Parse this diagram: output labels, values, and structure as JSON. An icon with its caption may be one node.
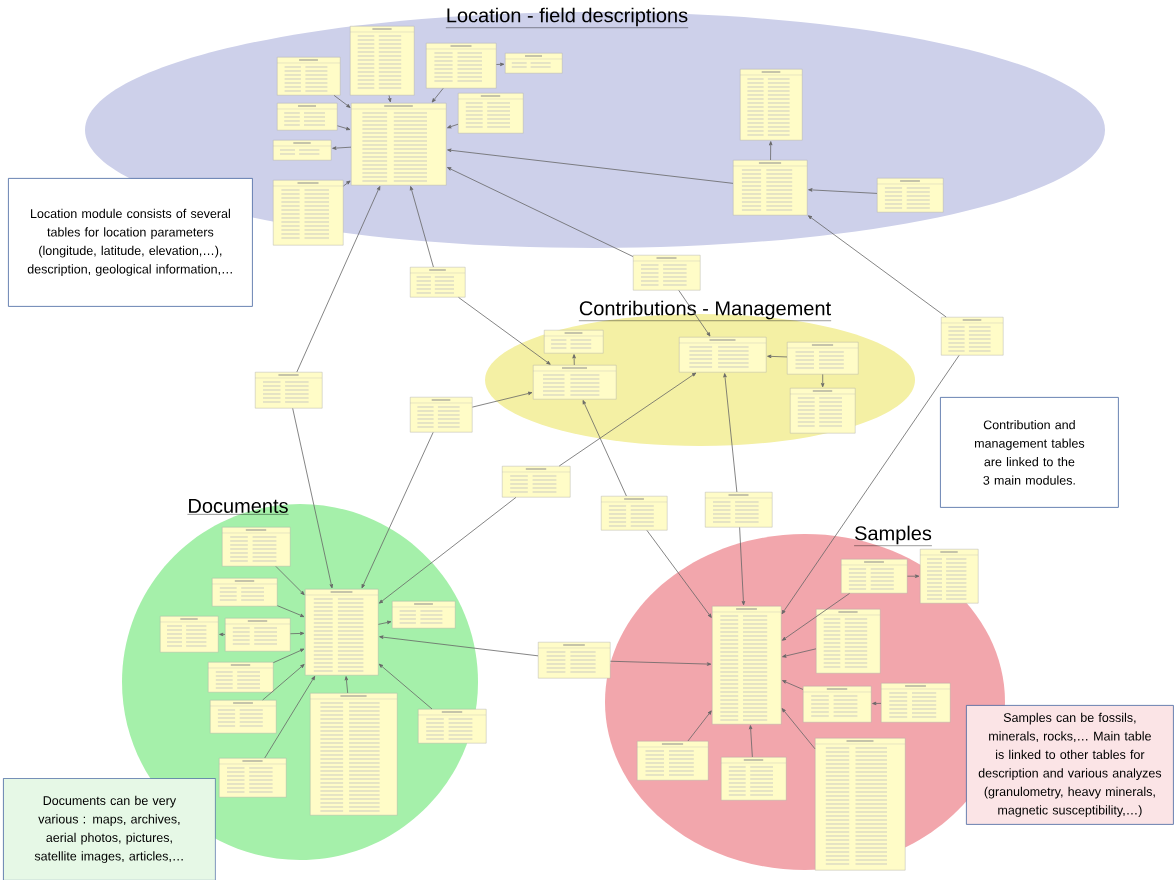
{
  "diagram": {
    "nodes": [
      {
        "text": [
          "Location - field descriptions"
        ]
      },
      {
        "text": [
          "Contributions - Management"
        ]
      },
      {
        "text": [
          "Documents"
        ]
      },
      {
        "text": [
          "Samples"
        ]
      },
      {
        "text": [
          "Location module consists of several tables for location parameters (longitude, latitude, elevation,…), description, geological information,…"
        ]
      },
      {
        "text": [
          "Contribution and management tables are linked to the 3 main modules."
        ]
      },
      {
        "text": [
          "Documents can be very various : maps, archives, aerial photos, pictures, satellite images, articles,…"
        ]
      },
      {
        "text": [
          "Samples can be fossils, minerals, rocks,… Main table is linked to other tables for description and various analyzes (granulometry, heavy minerals, magnetic susceptibility,…)"
        ]
      },
      {
        "text": [],
        "shape": "box",
        "in": 0
      },
      {
        "text": [],
        "shape": "box",
        "in": 0
      },
      {
        "text": [],
        "shape": "box",
        "in": 0
      },
      {
        "text": [],
        "shape": "box",
        "in": 0
      },
      {
        "text": [],
        "shape": "box",
        "in": 0
      },
      {
        "text": [],
        "shape": "box",
        "in": 0
      },
      {
        "text": [],
        "shape": "box",
        "in": 0
      },
      {
        "text": [],
        "shape": "box",
        "in": 0
      },
      {
        "text": [],
        "shape": "box",
        "in": 0
      },
      {
        "text": [],
        "shape": "box",
        "in": 0
      },
      {
        "text": [],
        "shape": "box",
        "in": 0
      },
      {
        "text": [],
        "shape": "box",
        "in": 0
      },
      {
        "text": [],
        "shape": "box"
      },
      {
        "text": [],
        "shape": "box"
      },
      {
        "text": [],
        "shape": "box"
      },
      {
        "text": [],
        "shape": "box"
      },
      {
        "text": [],
        "shape": "box"
      },
      {
        "text": [],
        "shape": "box"
      },
      {
        "text": [],
        "shape": "box"
      },
      {
        "text": [],
        "shape": "box"
      },
      {
        "text": [],
        "shape": "box"
      },
      {
        "text": [],
        "shape": "box",
        "in": 1
      },
      {
        "text": [],
        "shape": "box",
        "in": 1
      },
      {
        "text": [],
        "shape": "box",
        "in": 1
      },
      {
        "text": [],
        "shape": "box",
        "in": 1
      },
      {
        "text": [],
        "shape": "box",
        "in": 1
      },
      {
        "text": [],
        "shape": "box",
        "in": 2
      },
      {
        "text": [],
        "shape": "box",
        "in": 2
      },
      {
        "text": [],
        "shape": "box",
        "in": 2
      },
      {
        "text": [],
        "shape": "box",
        "in": 2
      },
      {
        "text": [],
        "shape": "box",
        "in": 2
      },
      {
        "text": [],
        "shape": "box",
        "in": 2
      },
      {
        "text": [],
        "shape": "box",
        "in": 2
      },
      {
        "text": [],
        "shape": "box",
        "in": 2
      },
      {
        "text": [],
        "shape": "box",
        "in": 2
      },
      {
        "text": [],
        "shape": "box",
        "in": 2
      },
      {
        "text": [],
        "shape": "box",
        "in": 2
      },
      {
        "text": [],
        "shape": "box",
        "in": 3
      },
      {
        "text": [],
        "shape": "box",
        "in": 3
      },
      {
        "text": [],
        "shape": "box",
        "in": 3
      },
      {
        "text": [],
        "shape": "box",
        "in": 3
      },
      {
        "text": [],
        "shape": "box",
        "in": 3
      },
      {
        "text": [],
        "shape": "box",
        "in": 3
      },
      {
        "text": [],
        "shape": "box",
        "in": 3
      },
      {
        "text": [],
        "shape": "box",
        "in": 3
      },
      {
        "text": [],
        "shape": "box",
        "in": 3
      }
    ],
    "edges": [
      {
        "from": 8,
        "to": 14,
        "arrow": "to"
      },
      {
        "from": 9,
        "to": 14,
        "arrow": "to"
      },
      {
        "from": 10,
        "to": 14,
        "arrow": "to"
      },
      {
        "from": 10,
        "to": 11,
        "arrow": "to"
      },
      {
        "from": 12,
        "to": 14,
        "arrow": "to"
      },
      {
        "from": 13,
        "to": 14,
        "arrow": "to"
      },
      {
        "from": 14,
        "to": 15,
        "arrow": "to"
      },
      {
        "from": 16,
        "to": 14,
        "arrow": "to"
      },
      {
        "from": 18,
        "to": 14,
        "arrow": "to"
      },
      {
        "from": 18,
        "to": 17,
        "arrow": "to"
      },
      {
        "from": 19,
        "to": 18,
        "arrow": "to"
      },
      {
        "from": 21,
        "to": 14,
        "arrow": "to"
      },
      {
        "from": 20,
        "to": 14,
        "arrow": "to"
      },
      {
        "from": 22,
        "to": 14,
        "arrow": "to"
      },
      {
        "from": 24,
        "to": 18,
        "arrow": "to"
      },
      {
        "from": 20,
        "to": 30,
        "arrow": "to"
      },
      {
        "from": 23,
        "to": 30,
        "arrow": "to"
      },
      {
        "from": 21,
        "to": 31,
        "arrow": "to"
      },
      {
        "from": 30,
        "to": 29,
        "arrow": "to"
      },
      {
        "from": 32,
        "to": 31,
        "arrow": "to"
      },
      {
        "from": 32,
        "to": 33,
        "arrow": "to"
      },
      {
        "from": 26,
        "to": 30,
        "arrow": "to"
      },
      {
        "from": 25,
        "to": 31,
        "arrow": "to"
      },
      {
        "from": 27,
        "to": 31,
        "arrow": "to"
      },
      {
        "from": 22,
        "to": 38,
        "arrow": "to"
      },
      {
        "from": 23,
        "to": 38,
        "arrow": "to"
      },
      {
        "from": 25,
        "to": 38,
        "arrow": "to"
      },
      {
        "from": 28,
        "to": 38,
        "arrow": "to"
      },
      {
        "from": 34,
        "to": 38,
        "arrow": "to"
      },
      {
        "from": 35,
        "to": 38,
        "arrow": "to"
      },
      {
        "from": 37,
        "to": 36,
        "arrow": "to"
      },
      {
        "from": 37,
        "to": 38,
        "arrow": "to"
      },
      {
        "from": 38,
        "to": 39,
        "arrow": "to"
      },
      {
        "from": 40,
        "to": 38,
        "arrow": "to"
      },
      {
        "from": 41,
        "to": 38,
        "arrow": "to"
      },
      {
        "from": 44,
        "to": 38,
        "arrow": "to"
      },
      {
        "from": 42,
        "to": 38,
        "arrow": "to"
      },
      {
        "from": 43,
        "to": 38,
        "arrow": "to"
      },
      {
        "from": 26,
        "to": 45,
        "arrow": "to"
      },
      {
        "from": 27,
        "to": 45,
        "arrow": "to"
      },
      {
        "from": 24,
        "to": 45,
        "arrow": "to"
      },
      {
        "from": 28,
        "to": 45,
        "arrow": "to"
      },
      {
        "from": 46,
        "to": 47,
        "arrow": "to"
      },
      {
        "from": 46,
        "to": 45,
        "arrow": "to"
      },
      {
        "from": 48,
        "to": 45,
        "arrow": "to"
      },
      {
        "from": 49,
        "to": 45,
        "arrow": "to"
      },
      {
        "from": 50,
        "to": 49,
        "arrow": "to"
      },
      {
        "from": 51,
        "to": 45,
        "arrow": "to"
      },
      {
        "from": 52,
        "to": 45,
        "arrow": "to"
      },
      {
        "from": 53,
        "to": 45,
        "arrow": "to"
      }
    ]
  }
}
